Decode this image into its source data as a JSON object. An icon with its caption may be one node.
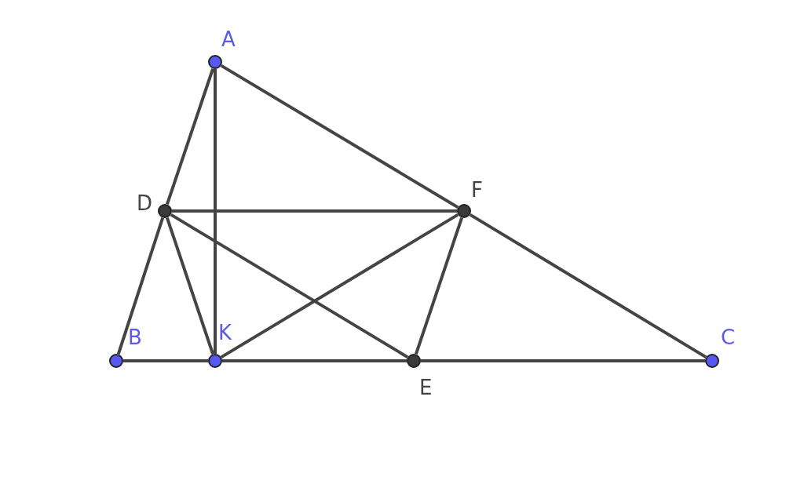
{
  "diagram": {
    "nodes": [
      {
        "text": [],
        "shape": "circle",
        "beside": [
          "A"
        ]
      },
      {
        "text": [],
        "shape": "circle",
        "beside": [
          "B"
        ]
      },
      {
        "text": [],
        "shape": "circle",
        "beside": [
          "C"
        ]
      },
      {
        "text": [],
        "shape": "circle",
        "beside": [
          "D"
        ]
      },
      {
        "text": [],
        "shape": "circle",
        "beside": [
          "E"
        ]
      },
      {
        "text": [],
        "shape": "circle",
        "beside": [
          "F"
        ]
      },
      {
        "text": [],
        "shape": "circle",
        "beside": [
          "K"
        ]
      }
    ],
    "edges": [
      {
        "from": 0,
        "to": 3,
        "arrow": "none"
      },
      {
        "from": 3,
        "to": 1,
        "arrow": "none"
      },
      {
        "from": 0,
        "to": 6,
        "arrow": "none"
      },
      {
        "from": 0,
        "to": 5,
        "arrow": "none"
      },
      {
        "from": 5,
        "to": 2,
        "arrow": "none"
      },
      {
        "from": 3,
        "to": 5,
        "arrow": "none"
      },
      {
        "from": 3,
        "to": 6,
        "arrow": "none"
      },
      {
        "from": 3,
        "to": 4,
        "arrow": "none"
      },
      {
        "from": 6,
        "to": 5,
        "arrow": "none"
      },
      {
        "from": 5,
        "to": 4,
        "arrow": "none"
      },
      {
        "from": 1,
        "to": 6,
        "arrow": "none"
      },
      {
        "from": 6,
        "to": 4,
        "arrow": "none"
      },
      {
        "from": 4,
        "to": 2,
        "arrow": "none"
      }
    ]
  }
}
